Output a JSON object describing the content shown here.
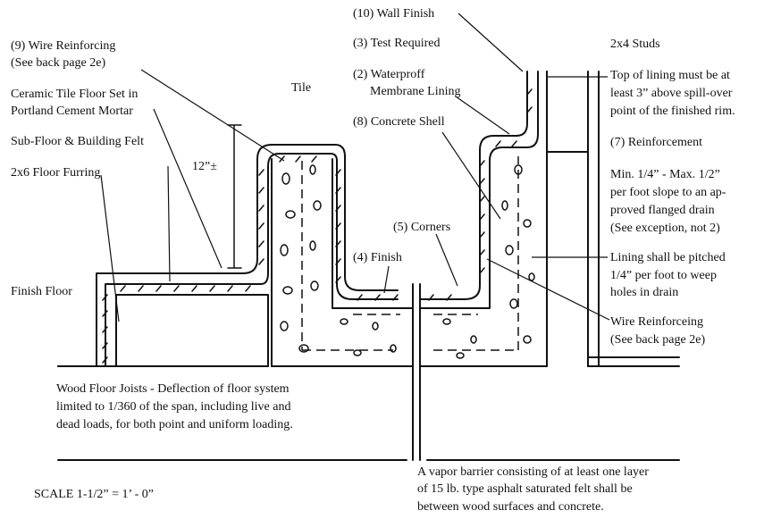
{
  "labels": {
    "wall_finish": "(10) Wall Finish",
    "test_required": "(3) Test Required",
    "studs": "2x4 Studs",
    "wire_reinforcing_top_1": "(9) Wire Reinforcing",
    "wire_reinforcing_top_2": "(See back page 2e)",
    "waterproof_1": "(2) Waterproff",
    "waterproof_2": "Membrane Lining",
    "tile": "Tile",
    "ceramic_1": "Ceramic Tile Floor Set in",
    "ceramic_2": "Portland Cement Mortar",
    "concrete_shell": "(8) Concrete Shell",
    "lining_top_1": "Top of lining must be at",
    "lining_top_2": "least 3” above spill-over",
    "lining_top_3": "point of the finished rim.",
    "subfloor": "Sub-Floor & Building Felt",
    "height": "12”±",
    "reinforcement": "(7) Reinforcement",
    "furring": "2x6 Floor Furring",
    "slope_1": "Min. 1/4” - Max. 1/2”",
    "slope_2": "per foot slope to an ap-",
    "slope_3": "proved flanged drain",
    "slope_4": "(See exception, not 2)",
    "corners": "(5) Corners",
    "finish": "(4) Finish",
    "pitch_1": "Lining shall be pitched",
    "pitch_2": "1/4” per foot to weep",
    "pitch_3": "holes in drain",
    "finish_floor": "Finish Floor",
    "wire_reinforcing_right_1": "Wire Reinforceing",
    "wire_reinforcing_right_2": "(See back page 2e)",
    "joists_1": "Wood Floor Joists - Deflection of floor system",
    "joists_2": "limited to 1/360 of the span, including live and",
    "joists_3": "dead loads, for both point and uniform loading.",
    "vapor_1": "A vapor barrier consisting of at least one layer",
    "vapor_2": "of 15 lb. type asphalt saturated felt shall be",
    "vapor_3": "between wood surfaces and concrete.",
    "scale": "SCALE 1-1/2” = 1’ - 0”"
  }
}
